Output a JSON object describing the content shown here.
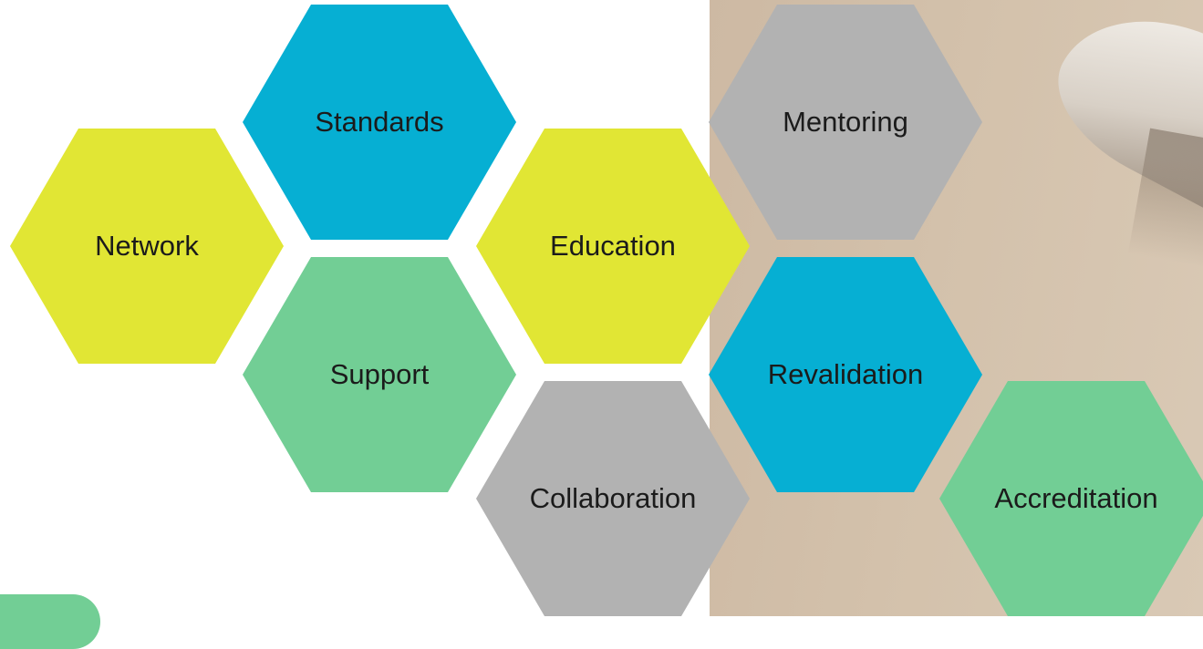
{
  "hexagons": {
    "standards": "Standards",
    "network": "Network",
    "education": "Education",
    "support": "Support",
    "collaboration": "Collaboration",
    "mentoring": "Mentoring",
    "revalidation": "Revalidation",
    "accreditation": "Accreditation"
  },
  "colors": {
    "yellow": "#e1e634",
    "blue": "#06afd3",
    "green": "#72ce95",
    "gray": "#b2b2b2",
    "background": "#d3c1ab"
  }
}
